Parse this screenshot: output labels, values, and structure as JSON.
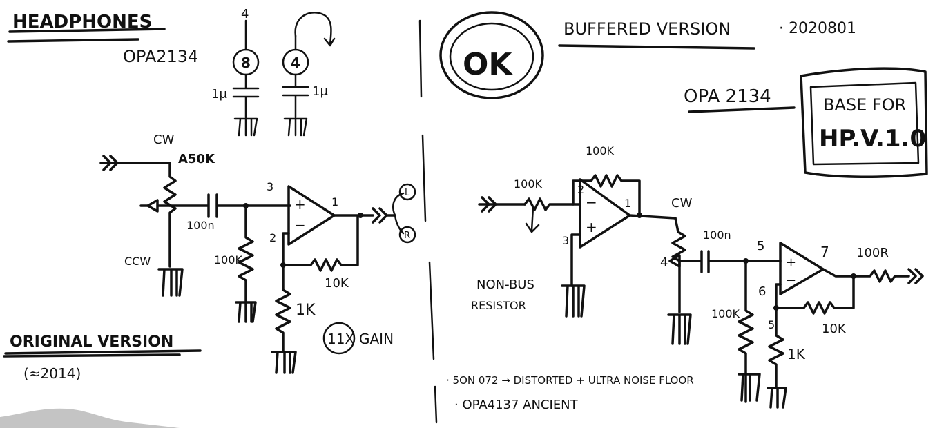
{
  "colors": {
    "paper": "#ffffff",
    "ink": "#111111",
    "stain": "#555555"
  },
  "left": {
    "title": "HEADPHONES",
    "chip": "OPA2134",
    "power": {
      "pin_a": "8",
      "pin_b": "4",
      "cap_a": "1μ",
      "cap_b": "1μ",
      "pin_top": "4"
    },
    "pot": {
      "cw": "CW",
      "value": "A50K",
      "ccw": "CCW"
    },
    "parts": {
      "cap": "100n",
      "r_bias": "100K",
      "pin_plus": "3",
      "pin_minus": "2",
      "pin_out": "1",
      "r_fb": "10K",
      "r_gnd": "1K",
      "gain_circle": "11X",
      "gain_word": "GAIN",
      "out_l": "L",
      "out_r": "R",
      "plus": "+",
      "minus": "−"
    },
    "version": "ORIGINAL VERSION",
    "version_note": "(≈2014)"
  },
  "right": {
    "ok_stamp": "OK",
    "title": "BUFFERED VERSION",
    "date": "· 2020801",
    "chip": "OPA 2134",
    "box_line1": "BASE FOR",
    "box_line2": "HP.V.1.0",
    "input_stage": {
      "r_in": "100K",
      "r_fb": "100K",
      "pin_in": "2",
      "pin_plus": "3",
      "pin_out": "1",
      "note1": "NON-BUS",
      "note2": "RESISTOR",
      "plus": "+",
      "minus": "−"
    },
    "output_stage": {
      "cw": "CW",
      "pot_pin": "4",
      "cap": "100n",
      "pin_plus": "5",
      "pin_minus": "6",
      "pin_out": "7",
      "r_out": "100R",
      "r_bias": "100K",
      "r_fb": "10K",
      "pin_gnd": "5",
      "r_gnd": "1K",
      "plus": "+",
      "minus": "−"
    },
    "note_a": "· 5ON 072 → DISTORTED + ULTRA NOISE FLOOR",
    "note_b": "· OPA4137 ANCIENT"
  }
}
